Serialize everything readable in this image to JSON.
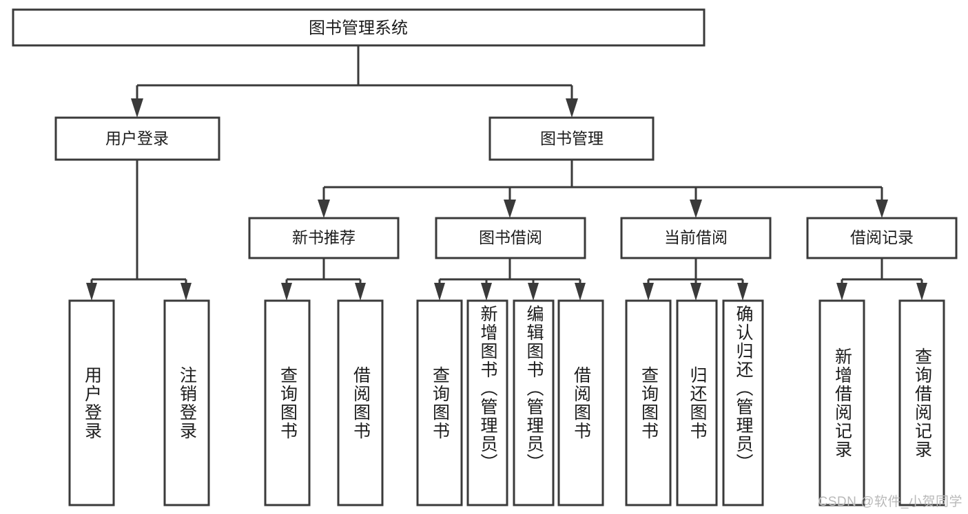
{
  "diagram": {
    "type": "tree-hierarchy-flowchart",
    "title": "图书管理系统",
    "watermark": "CSDN @软件_小贺同学",
    "colors": {
      "stroke": "#3a3a3a",
      "fill": "#ffffff",
      "text": "#1c1c1c",
      "watermark": "#b9b9b9",
      "background": "#ffffff"
    },
    "levels": {
      "root": {
        "label": "图书管理系统"
      },
      "level2": [
        {
          "id": "user-login",
          "label": "用户登录"
        },
        {
          "id": "book-management",
          "label": "图书管理"
        }
      ],
      "level3": [
        {
          "id": "new-book-recommend",
          "label": "新书推荐",
          "parent": "book-management"
        },
        {
          "id": "book-borrow",
          "label": "图书借阅",
          "parent": "book-management"
        },
        {
          "id": "current-borrow",
          "label": "当前借阅",
          "parent": "book-management"
        },
        {
          "id": "borrow-record",
          "label": "借阅记录",
          "parent": "book-management"
        }
      ],
      "leaves": [
        {
          "id": "leaf-user-login",
          "label": "用户登录",
          "parent": "user-login"
        },
        {
          "id": "leaf-logout-login",
          "label": "注销登录",
          "parent": "user-login"
        },
        {
          "id": "leaf-query-book-1",
          "label": "查询图书",
          "parent": "new-book-recommend"
        },
        {
          "id": "leaf-borrow-book-1",
          "label": "借阅图书",
          "parent": "new-book-recommend"
        },
        {
          "id": "leaf-query-book-2",
          "label": "查询图书",
          "parent": "book-borrow"
        },
        {
          "id": "leaf-add-book",
          "label": "新增图书（管理员）",
          "parent": "book-borrow"
        },
        {
          "id": "leaf-edit-book",
          "label": "编辑图书（管理员）",
          "parent": "book-borrow"
        },
        {
          "id": "leaf-borrow-book-2",
          "label": "借阅图书",
          "parent": "book-borrow"
        },
        {
          "id": "leaf-query-book-3",
          "label": "查询图书",
          "parent": "current-borrow"
        },
        {
          "id": "leaf-return-book",
          "label": "归还图书",
          "parent": "current-borrow"
        },
        {
          "id": "leaf-confirm-return",
          "label": "确认归还（管理员）",
          "parent": "current-borrow"
        },
        {
          "id": "leaf-add-record",
          "label": "新增借阅记录",
          "parent": "borrow-record"
        },
        {
          "id": "leaf-query-record",
          "label": "查询借阅记录",
          "parent": "borrow-record"
        }
      ]
    }
  }
}
